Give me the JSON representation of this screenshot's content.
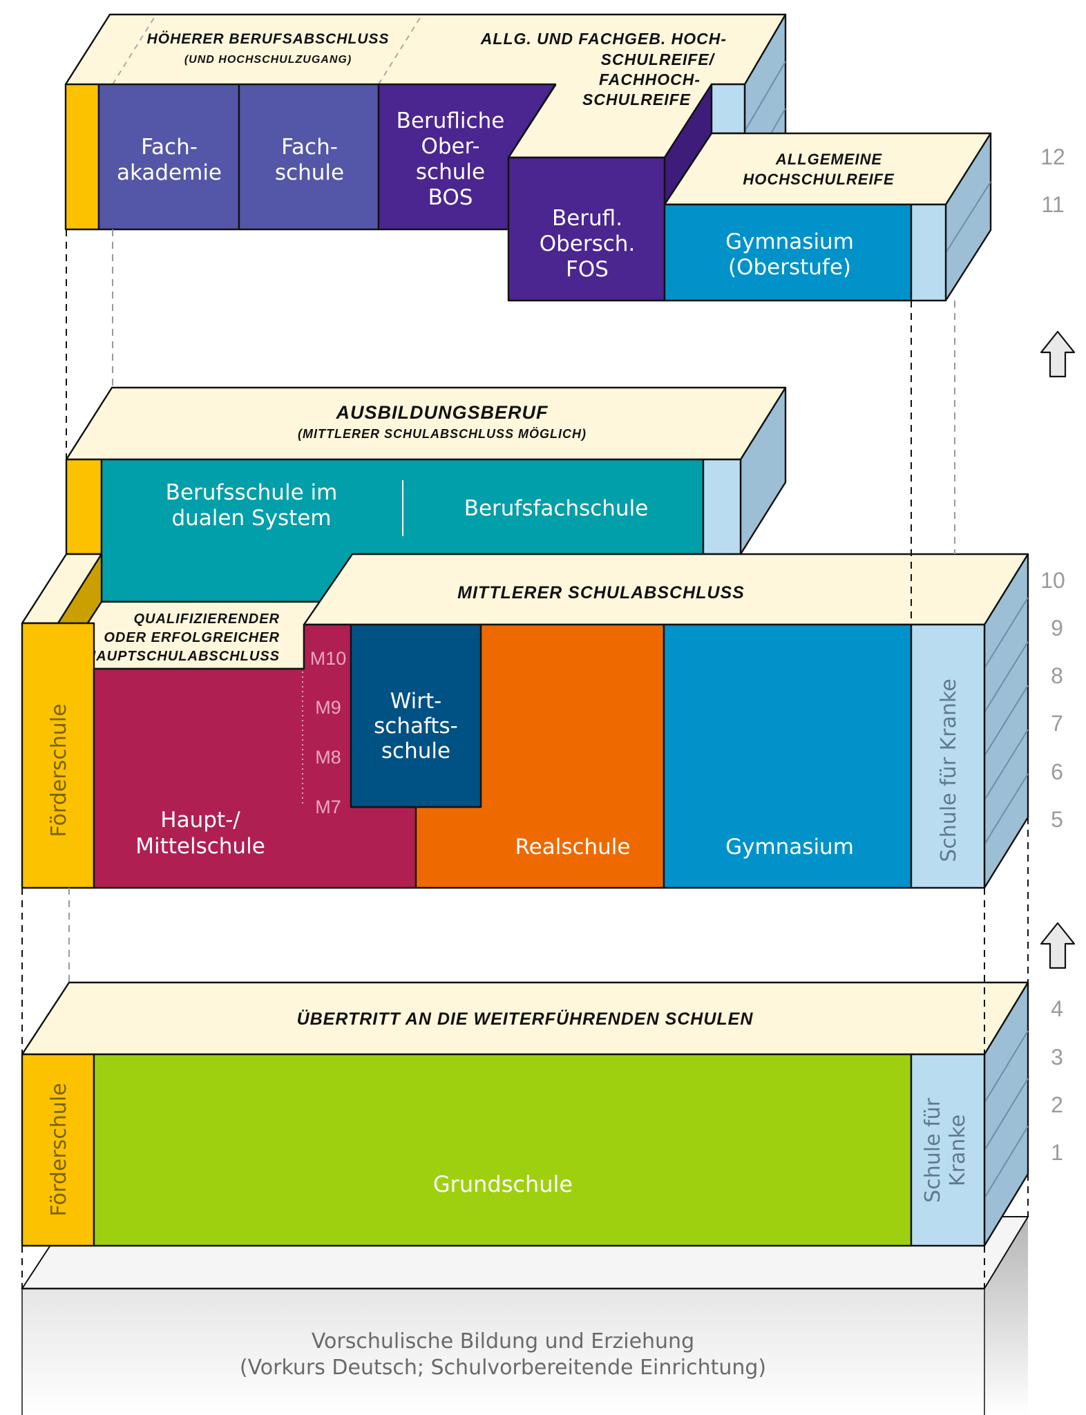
{
  "colors": {
    "cream": "#fff7dc",
    "foerder": "#fcc200",
    "foerder_side": "#c9a000",
    "fach": "#5456a7",
    "bos": "#4b2590",
    "bos_side": "#3e1c7a",
    "teal": "#009faa",
    "gym": "#0092c9",
    "kranke": "#b9dcf0",
    "kranke_side": "#9cbfd6",
    "haupt": "#b01f51",
    "wirtschaft": "#005184",
    "real": "#ee6a00",
    "grund": "#9ed010",
    "pre_top": "#f4f5f4",
    "pre_front": "#ebebeb"
  },
  "top_block": {
    "caption_left_line1": "HÖHERER BERUFSABSCHLUSS",
    "caption_left_line2": "(UND HOCHSCHULZUGANG)",
    "caption_right_lines": [
      "ALLG. UND FACHGEB. HOCH-",
      "SCHULREIFE/",
      "FACHHOCH-",
      "SCHULREIFE"
    ],
    "fachakademie": [
      "Fach-",
      "akademie"
    ],
    "fachschule": [
      "Fach-",
      "schule"
    ],
    "bos": [
      "Berufliche",
      "Ober-",
      "schule",
      "BOS"
    ],
    "fos": [
      "Berufl.",
      "Obersch.",
      "FOS"
    ],
    "gym_caption_lines": [
      "ALLGEMEINE",
      "HOCHSCHULREIFE"
    ],
    "gym_oberstufe": [
      "Gymnasium",
      "(Oberstufe)"
    ]
  },
  "vocational_block": {
    "caption_line1": "AUSBILDUNGSBERUF",
    "caption_line2": "(MITTLERER SCHULABSCHLUSS MÖGLICH)",
    "berufsschule": [
      "Berufsschule im",
      "dualen System"
    ],
    "berufsfachschule": "Berufsfachschule"
  },
  "secondary_block": {
    "quali_caption_lines": [
      "QUALIFIZIERENDER",
      "ODER ERFOLGREICHER",
      "HAUPTSCHULABSCHLUSS"
    ],
    "msa_caption": "MITTLERER SCHULABSCHLUSS",
    "foerderschule": "Förderschule",
    "hauptschule": [
      "Haupt-/",
      "Mittelschule"
    ],
    "m_levels": [
      "M10",
      "M9",
      "M8",
      "M7"
    ],
    "wirtschaftsschule": [
      "Wirt-",
      "schafts-",
      "schule"
    ],
    "realschule": "Realschule",
    "gymnasium": "Gymnasium",
    "kranke": "Schule für Kranke"
  },
  "primary_block": {
    "caption": "ÜBERTRITT AN DIE WEITERFÜHRENDEN SCHULEN",
    "foerderschule": "Förderschule",
    "grundschule": "Grundschule",
    "kranke": [
      "Schule für",
      "Kranke"
    ]
  },
  "preschool": {
    "line1": "Vorschulische Bildung und Erziehung",
    "line2": "(Vorkurs Deutsch; Schulvorbereitende Einrichtung)"
  },
  "grades": [
    "12",
    "11",
    "10",
    "9",
    "8",
    "7",
    "6",
    "5",
    "4",
    "3",
    "2",
    "1"
  ],
  "arrows": [
    "up-arrow",
    "up-arrow"
  ]
}
